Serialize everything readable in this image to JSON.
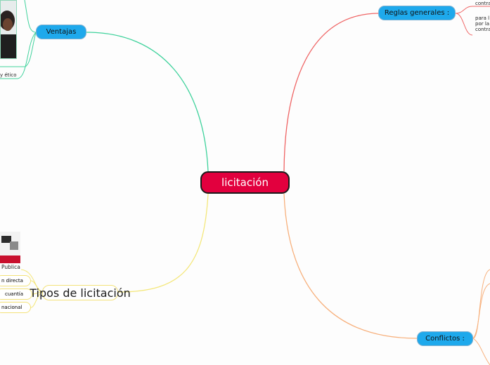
{
  "central": {
    "label": "licitación"
  },
  "branches": {
    "ventajas": {
      "label": "Ventajas",
      "sub": {
        "etico": "y ético"
      }
    },
    "reglas": {
      "label": "Reglas generales :",
      "sub": {
        "line1": "contra",
        "line2": "para l",
        "line3": "por la",
        "line4": "contra"
      }
    },
    "conflictos": {
      "label": "Conflictos :"
    },
    "tipos": {
      "label": "Tipos de licitación",
      "items": [
        "Publica",
        "n directa",
        "cuantía",
        "nacional"
      ]
    }
  },
  "colors": {
    "central": "#e2003e",
    "main_node": "#1ea9ec",
    "ventajas_line": "#3fd29c",
    "reglas_line": "#ef6464",
    "conflictos_line": "#f7b07c",
    "tipos_line": "#f4e77a"
  }
}
